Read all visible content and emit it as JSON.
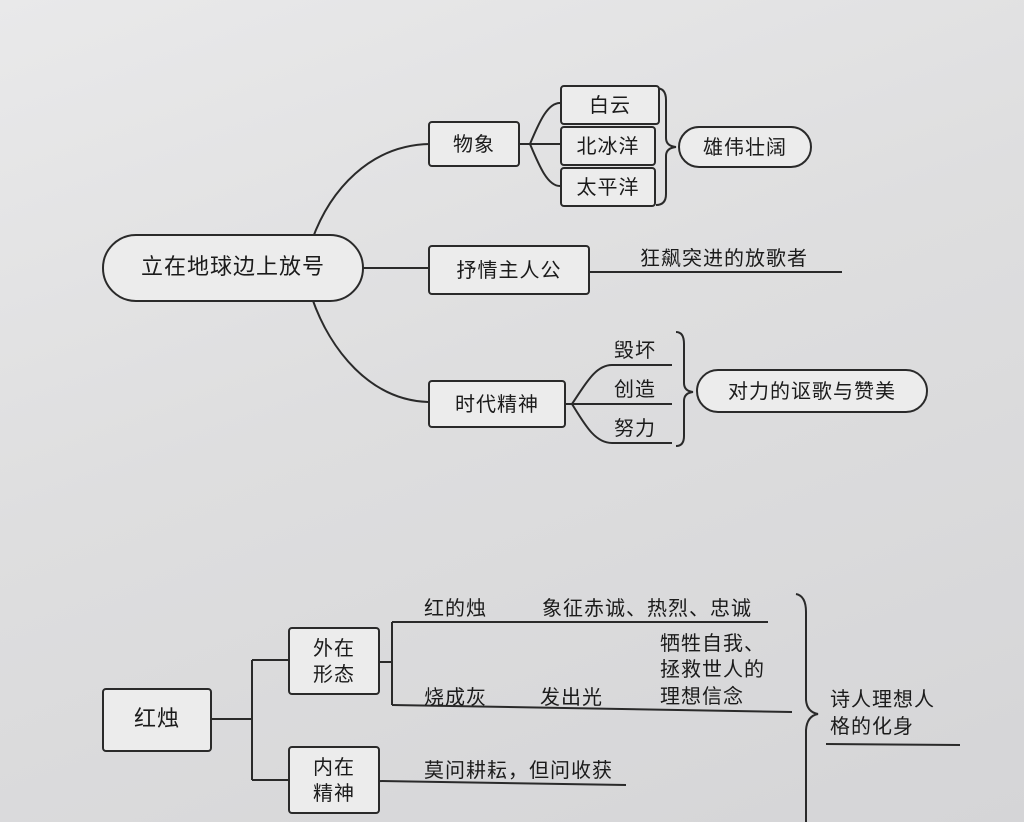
{
  "map1": {
    "root": "立在地球边上放号",
    "branches": [
      {
        "label": "物象",
        "items": [
          "白云",
          "北冰洋",
          "太平洋"
        ],
        "summary": "雄伟壮阔"
      },
      {
        "label": "抒情主人公",
        "note": "狂飙突进的放歌者"
      },
      {
        "label": "时代精神",
        "items": [
          "毁坏",
          "创造",
          "努力"
        ],
        "summary": "对力的讴歌与赞美"
      }
    ]
  },
  "map2": {
    "root": "红烛",
    "outer": {
      "label": "外在形态",
      "row1_left": "红的烛",
      "row1_right": "象征赤诚、热烈、忠诚",
      "row2_left": "烧成灰",
      "row2_mid": "发出光",
      "row2_right": "牺牲自我、拯救世人的理想信念"
    },
    "inner": {
      "label": "内在精神",
      "text": "莫问耕耘，但问收获"
    },
    "conclusion": "诗人理想人格的化身"
  }
}
